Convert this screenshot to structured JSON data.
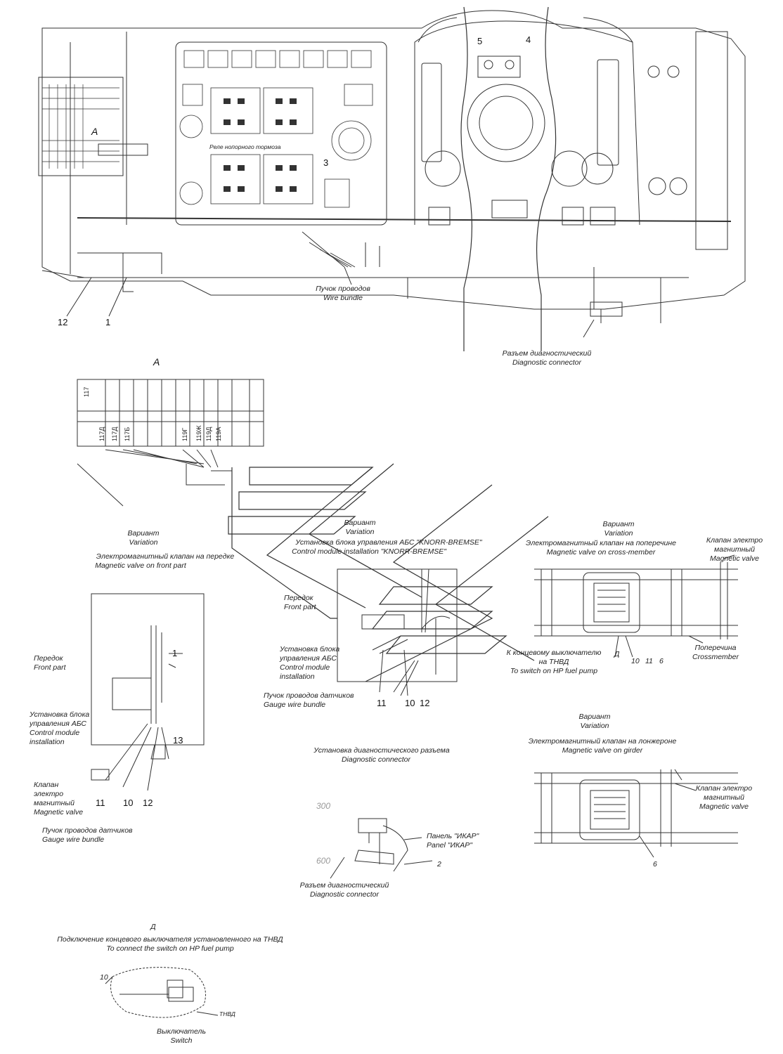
{
  "top_section": {
    "callouts": [
      "5",
      "4",
      "3",
      "A",
      "12",
      "1"
    ],
    "relay_label": "Реле нопорного тормоза",
    "wire_bundle_ru": "Пучок проводов",
    "wire_bundle_en": "Wire bundle",
    "diag_connector_ru": "Разъем диагностический",
    "diag_connector_en": "Diagnostic connector"
  },
  "view_a": {
    "title": "А",
    "codes": [
      "117",
      "117Д",
      "117Д",
      "117Б",
      "119Г",
      "119Ж",
      "119Д",
      "119А"
    ]
  },
  "left_variation": {
    "variant_ru": "Вариант",
    "variant_en": "Variation",
    "caption_ru": "Электромагнитный клапан на передке",
    "caption_en": "Magnetic valve on front part",
    "front_ru": "Передок",
    "front_en": "Front part",
    "install_ru_1": "Установка блока",
    "install_ru_2": "управления АБС",
    "install_en_1": "Control module",
    "install_en_2": "installation",
    "valve_ru_1": "Клапан",
    "valve_ru_2": "электро",
    "valve_ru_3": "магнитный",
    "valve_en": "Magnetic valve",
    "gauge_ru": "Пучок проводов датчиков",
    "gauge_en": "Gauge wire bundle",
    "callouts": [
      "1",
      "13",
      "11",
      "10",
      "12"
    ]
  },
  "center_variation": {
    "variant_ru": "Вариант",
    "variant_en": "Variation",
    "caption_ru": "Установка блока управления АБС \"KNORR-BREMSE\"",
    "caption_en": "Control module installation \"KNORR-BREMSE\"",
    "front_ru": "Передок",
    "front_en": "Front part",
    "install_ru_1": "Установка блока",
    "install_ru_2": "управления АБС",
    "install_en_1": "Control module",
    "install_en_2": "installation",
    "gauge_ru": "Пучок проводов датчиков",
    "gauge_en": "Gauge wire bundle",
    "callouts": [
      "11",
      "10",
      "12"
    ]
  },
  "right_variation_1": {
    "variant_ru": "Вариант",
    "variant_en": "Variation",
    "caption_ru": "Электромагнитный клапан на поперечине",
    "caption_en": "Magnetic valve on cross-member",
    "valve_ru_1": "Клапан электро",
    "valve_ru_2": "магнитный",
    "valve_en": "Magnetic valve",
    "crossmember_ru": "Поперечина",
    "crossmember_en": "Crossmember",
    "switch_ru_1": "К концевому выключателю",
    "switch_ru_2": "на ТНВД",
    "switch_en": "To switch on HP fuel pump",
    "callouts": [
      "Д",
      "10",
      "11",
      "6"
    ]
  },
  "right_variation_2": {
    "variant_ru": "Вариант",
    "variant_en": "Variation",
    "caption_ru": "Электромагнитный клапан на лонжероне",
    "caption_en": "Magnetic valve on girder",
    "valve_ru_1": "Клапан электро",
    "valve_ru_2": "магнитный",
    "valve_en": "Magnetic valve",
    "callouts": [
      "6"
    ]
  },
  "diag_install": {
    "caption_ru": "Установка диагностического разъема",
    "caption_en": "Diagnostic connector",
    "panel_ru": "Панель \"ИКАР\"",
    "panel_en": "Panel \"ИКАР\"",
    "connector_ru": "Разъем диагностический",
    "connector_en": "Diagnostic connector",
    "callout": "2",
    "ghost_1": "300",
    "ghost_2": "600"
  },
  "view_d": {
    "title": "Д",
    "caption_ru": "Подключение концевого выключателя установленного на ТНВД",
    "caption_en": "To connect the switch on HP fuel pump",
    "switch_ru": "Выключатель",
    "switch_en": "Switch",
    "callout": "10",
    "tag": "ТНВД"
  }
}
